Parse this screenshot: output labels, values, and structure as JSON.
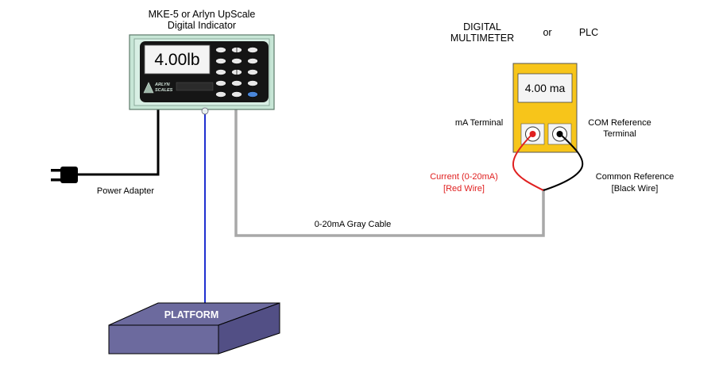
{
  "indicator": {
    "title_line1": "MKE-5 or Arlyn UpScale",
    "title_line2": "Digital Indicator",
    "display_value": "4.00lb",
    "brand_line1": "ARLYN",
    "brand_line2": "SCALES"
  },
  "multimeter": {
    "title_line1": "DIGITAL",
    "title_line2": "MULTIMETER",
    "or_label": "or",
    "plc_label": "PLC",
    "display_value": "4.00 ma",
    "ma_terminal_label": "mA Terminal",
    "com_terminal_line1": "COM Reference",
    "com_terminal_line2": "Terminal"
  },
  "wires": {
    "current_line1": "Current (0-20mA)",
    "current_line2": "[Red Wire]",
    "common_line1": "Common Reference",
    "common_line2": "[Black Wire]",
    "cable_label": "0-20mA Gray Cable",
    "power_label": "Power Adapter"
  },
  "platform": {
    "label": "PLATFORM"
  },
  "colors": {
    "indicator_case": "#c7e6d6",
    "multimeter_body": "#f7c51a",
    "platform": "#6c6a9e",
    "red_wire": "#e02020",
    "gray_cable": "#a8a8a8",
    "platform_cable": "#1f2fd0"
  }
}
